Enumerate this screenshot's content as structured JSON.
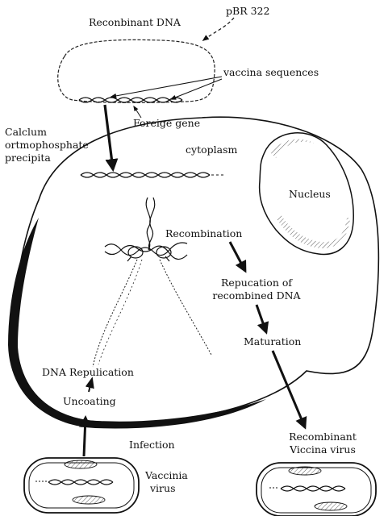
{
  "labels": {
    "recombinant_dna": "Reconbinant DNA",
    "pbr322": "pBR 322",
    "vaccina_sequences": "vaccina sequences",
    "foreign_gene": "Foreige gene",
    "calcium_line1": "Calclum",
    "calcium_line2": "ortmophosphate",
    "calcium_line3": "precipita",
    "cytoplasm": "cytoplasm",
    "nucleus": "Nucleus",
    "recombination": "Recombination",
    "repucation_line1": "Repucation of",
    "repucation_line2": "recombined DNA",
    "maturation": "Maturation",
    "dna_replication": "DNA Repulication",
    "uncoating": "Uncoating",
    "infection": "Infection",
    "recombinant_virus_line1": "Recombinant",
    "recombinant_virus_line2": "Viccina virus",
    "vaccinia_line1": "Vaccinia",
    "vaccinia_line2": "virus"
  }
}
